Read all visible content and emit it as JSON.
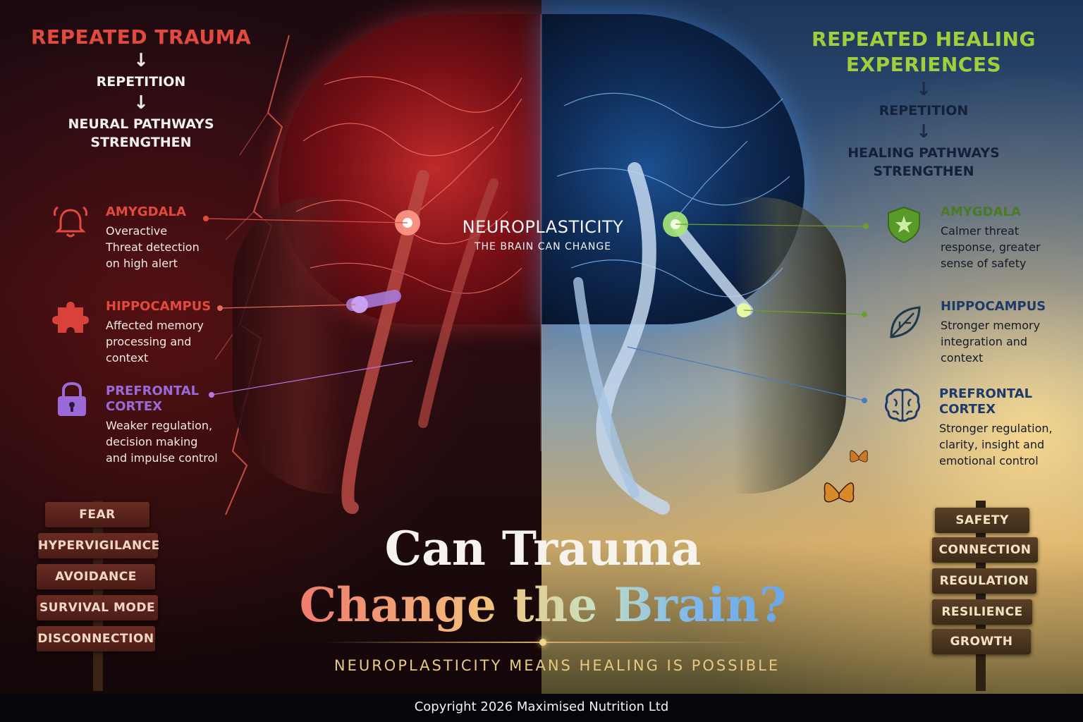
{
  "left_side": {
    "heading": "REPEATED TRAUMA",
    "arrow": "↓",
    "step1": "REPETITION",
    "step2_line1": "NEURAL PATHWAYS",
    "step2_line2": "STRENGTHEN",
    "regions": [
      {
        "name": "AMYGDALA",
        "desc": [
          "Overactive",
          "Threat detection",
          "on high alert"
        ],
        "icon": "alarm-bell-icon",
        "color": "#e24a3e"
      },
      {
        "name": "HIPPOCAMPUS",
        "desc": [
          "Affected memory",
          "processing and",
          "context"
        ],
        "icon": "puzzle-piece-icon",
        "color": "#e24a3e"
      },
      {
        "name_line1": "PREFRONTAL",
        "name_line2": "CORTEX",
        "desc": [
          "Weaker regulation,",
          "decision making",
          "and impulse control"
        ],
        "icon": "padlock-icon",
        "color": "#9a6ad8"
      }
    ],
    "signs": [
      "FEAR",
      "HYPERVIGILANCE",
      "AVOIDANCE",
      "SURVIVAL MODE",
      "DISCONNECTION"
    ]
  },
  "right_side": {
    "heading_line1": "REPEATED HEALING",
    "heading_line2": "EXPERIENCES",
    "arrow": "↓",
    "step1": "REPETITION",
    "step2_line1": "HEALING PATHWAYS",
    "step2_line2": "STRENGTHEN",
    "regions": [
      {
        "name": "AMYGDALA",
        "desc": [
          "Calmer threat",
          "response, greater",
          "sense of safety"
        ],
        "icon": "shield-icon",
        "color": "#5a8a2a"
      },
      {
        "name": "HIPPOCAMPUS",
        "desc": [
          "Stronger memory",
          "integration and",
          "context"
        ],
        "icon": "leaf-icon",
        "color": "#1e3a6a"
      },
      {
        "name_line1": "PREFRONTAL",
        "name_line2": "CORTEX",
        "desc": [
          "Stronger regulation,",
          "clarity, insight and",
          "emotional control"
        ],
        "icon": "brain-icon",
        "color": "#1e3a6a"
      }
    ],
    "signs": [
      "SAFETY",
      "CONNECTION",
      "REGULATION",
      "RESILIENCE",
      "GROWTH"
    ]
  },
  "center": {
    "label": "NEUROPLASTICITY",
    "sublabel": "THE BRAIN CAN CHANGE"
  },
  "title": {
    "line1": "Can Trauma",
    "line2": "Change the Brain?"
  },
  "subtitle": "NEUROPLASTICITY MEANS HEALING IS POSSIBLE",
  "footer": "Copyright 2026 Maximised Nutrition Ltd",
  "colors": {
    "trauma_red": "#e24a3e",
    "healing_green": "#9fcf3a",
    "prefrontal_purple": "#9a6ad8",
    "healing_navy": "#1e3a6a",
    "gold": "#e8c882"
  }
}
